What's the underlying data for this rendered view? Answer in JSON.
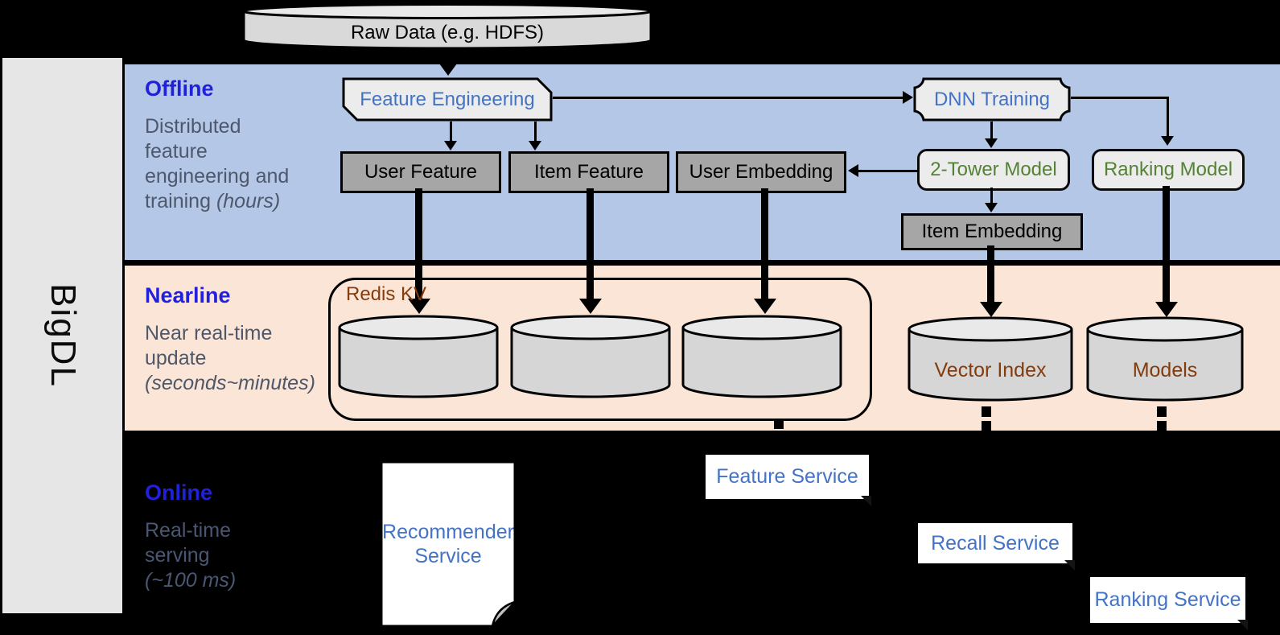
{
  "brand": {
    "label": "BigDL"
  },
  "pipeline": {
    "raw_data": "Raw Data (e.g. HDFS)"
  },
  "sections": {
    "offline": {
      "title": "Offline",
      "line1": "Distributed",
      "line2": "feature",
      "line3": "engineering and",
      "line4": "training ",
      "line4_italic": "(hours)"
    },
    "nearline": {
      "title": "Nearline",
      "line1": "Near real-time",
      "line2": "update",
      "line3_italic": "(seconds~minutes)"
    },
    "online": {
      "title": "Online",
      "line1": "Real-time",
      "line2": "serving",
      "line3_italic": "(~100 ms)"
    }
  },
  "nodes": {
    "feature_engineering": "Feature Engineering",
    "dnn_training": "DNN Training",
    "user_feature": "User Feature",
    "item_feature": "Item Feature",
    "user_embedding": "User Embedding",
    "two_tower_model": "2-Tower Model",
    "ranking_model": "Ranking Model",
    "item_embedding": "Item Embedding",
    "redis_kv": "Redis KV",
    "vector_index": "Vector Index",
    "models": "Models",
    "recommender_line1": "Recommender",
    "recommender_line2": "Service",
    "feature_service": "Feature Service",
    "recall_service": "Recall Service",
    "ranking_service": "Ranking Service"
  },
  "colors": {
    "offline_band": "#B4C7E7",
    "nearline_band": "#FBE5D6",
    "background": "#000000",
    "section_title_blue": "#2121DB",
    "subtitle_gray": "#4E586C",
    "node_text_blue": "#4472C4",
    "node_text_green": "#548235",
    "node_text_brown": "#843C0C",
    "dark_box_fill": "#A6A6A6",
    "light_box_fill": "#ECECEC",
    "cylinder_fill": "#D6D6D6",
    "sidebar_fill": "#E7E6E6"
  }
}
